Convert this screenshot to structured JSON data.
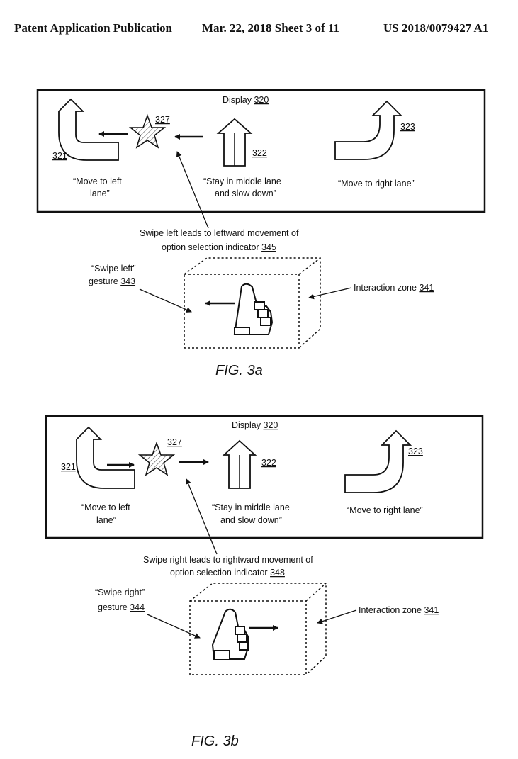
{
  "header": {
    "left": "Patent Application Publication",
    "center": "Mar. 22, 2018  Sheet 3 of 11",
    "right": "US 2018/0079427 A1"
  },
  "figures": [
    {
      "display_label": "Display",
      "display_ref": "320",
      "arrow_left_ref": "321",
      "arrow_middle_ref": "322",
      "arrow_right_ref": "323",
      "star_ref": "327",
      "opt_left_line1": "“Move to left",
      "opt_left_line2": "lane”",
      "opt_mid_line1": "“Stay in middle lane",
      "opt_mid_line2": "and slow down”",
      "opt_right": "“Move to right lane”",
      "swipe_line1": "Swipe left leads to  leftward movement of",
      "swipe_line2": "option selection indicator",
      "swipe_ref": "345",
      "gesture_line1": "“Swipe left”",
      "gesture_line2": "gesture",
      "gesture_ref": "343",
      "zone_label": "Interaction zone",
      "zone_ref": "341",
      "caption": "FIG. 3a"
    },
    {
      "display_label": "Display",
      "display_ref": "320",
      "arrow_left_ref": "321",
      "arrow_middle_ref": "322",
      "arrow_right_ref": "323",
      "star_ref": "327",
      "opt_left_line1": "“Move to left",
      "opt_left_line2": "lane”",
      "opt_mid_line1": "“Stay in middle lane",
      "opt_mid_line2": "and slow down”",
      "opt_right": "“Move to right lane”",
      "swipe_line1": "Swipe right leads to rightward movement of",
      "swipe_line2": "option selection indicator",
      "swipe_ref": "348",
      "gesture_line1": "“Swipe right”",
      "gesture_line2": "gesture",
      "gesture_ref": "344",
      "zone_label": "Interaction zone",
      "zone_ref": "341",
      "caption": "FIG. 3b"
    }
  ]
}
